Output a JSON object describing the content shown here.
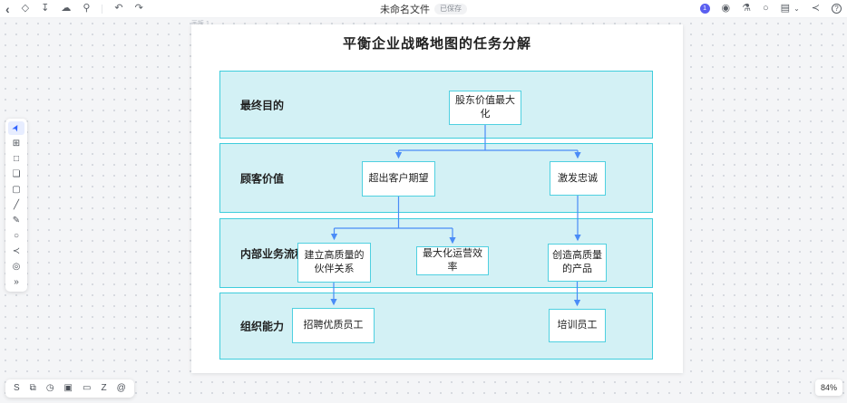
{
  "topbar": {
    "file_name": "未命名文件",
    "file_badge": "已保存",
    "avatar_number": "1"
  },
  "icons": {
    "back": "‹",
    "style": "◇",
    "save": "↧",
    "cloud": "☁",
    "search": "⚲",
    "undo": "↶",
    "redo": "↷",
    "record": "◉",
    "lab": "⚗",
    "comment": "○",
    "layout": "▤",
    "layout_caret": "⌄",
    "share": "≺",
    "help": "?",
    "pointer": "➤",
    "frame": "⊞",
    "rectangle": "□",
    "note": "❏",
    "rounded_rect": "▢",
    "line": "╱",
    "pen": "✎",
    "ellipse": "○",
    "connector": "≺",
    "web": "◎",
    "expand": "»",
    "curve": "S",
    "comments": "⧉",
    "timer": "◷",
    "chat": "▣",
    "card": "▭",
    "zzz": "Z",
    "mention": "@"
  },
  "canvas": {
    "page_label": "画板 1",
    "zoom_level": "84%"
  },
  "colors": {
    "band_fill": "#d3f1f5",
    "band_border": "#3ecddc",
    "node_border": "#4fd0e0",
    "connector": "#4a8cf7"
  },
  "diagram": {
    "title": "平衡企业战略地图的任务分解",
    "bands": [
      {
        "label": "最终目的"
      },
      {
        "label": "顾客价值"
      },
      {
        "label": "内部业务流程"
      },
      {
        "label": "组织能力"
      }
    ],
    "nodes": [
      {
        "text": "股东价值最大化"
      },
      {
        "text": "超出客户期望"
      },
      {
        "text": "激发忠诚"
      },
      {
        "text": "建立高质量的伙伴关系"
      },
      {
        "text": "最大化运营效率"
      },
      {
        "text": "创造高质量的产品"
      },
      {
        "text": "招聘优质员工"
      },
      {
        "text": "培训员工"
      }
    ],
    "edges": [
      {
        "from": "股东价值最大化",
        "to": "超出客户期望"
      },
      {
        "from": "股东价值最大化",
        "to": "激发忠诚"
      },
      {
        "from": "超出客户期望",
        "to": "建立高质量的伙伴关系"
      },
      {
        "from": "超出客户期望",
        "to": "最大化运营效率"
      },
      {
        "from": "激发忠诚",
        "to": "创造高质量的产品"
      },
      {
        "from": "建立高质量的伙伴关系",
        "to": "招聘优质员工"
      },
      {
        "from": "创造高质量的产品",
        "to": "培训员工"
      }
    ]
  }
}
